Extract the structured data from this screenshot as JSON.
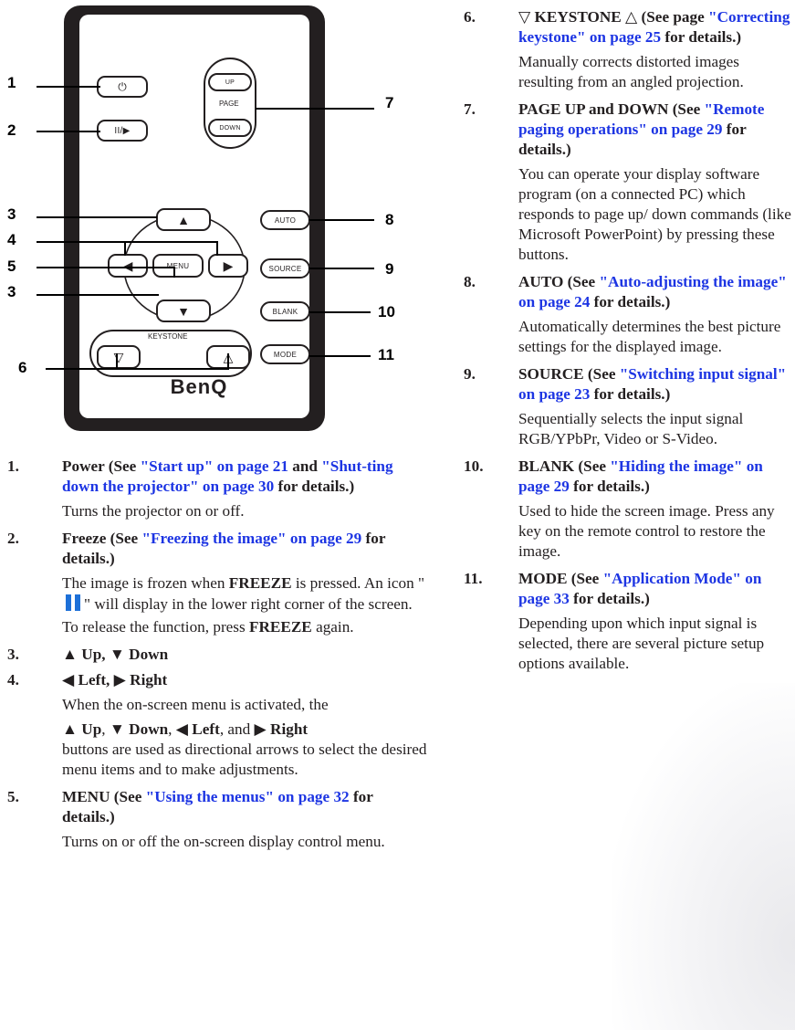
{
  "remote": {
    "brand": "BenQ",
    "page_label": "PAGE",
    "up_label": "UP",
    "down_label": "DOWN",
    "auto_label": "AUTO",
    "menu_label": "MENU",
    "source_label": "SOURCE",
    "blank_label": "BLANK",
    "mode_label": "MODE",
    "keystone_label": "KEYSTONE",
    "freeze_glyph": "II/▶",
    "power_glyph": "⏻",
    "callouts": [
      "1",
      "2",
      "3",
      "4",
      "5",
      "3",
      "6",
      "7",
      "8",
      "9",
      "10",
      "11"
    ]
  },
  "left_items": [
    {
      "num": "1.",
      "prefix": "Power (See ",
      "link1": "\"Start up\" on page 21",
      "mid": " and ",
      "link2": "\"Shut-ting down the projector\" on page 30",
      "suffix": " for details.)",
      "desc": "Turns the projector on or off."
    },
    {
      "num": "2.",
      "prefix": "Freeze (See ",
      "link1": "\"Freezing the image\" on page 29",
      "suffix": " for details.)",
      "desc_a": "The image is frozen when ",
      "desc_b": "FREEZE",
      "desc_c": " is pressed. An icon \"",
      "desc_d": "\" will display in the lower right corner of the screen. To release the function, press ",
      "desc_e": "FREEZE",
      "desc_f": " again."
    },
    {
      "num": "3.",
      "text": "▲ Up, ▼ Down"
    },
    {
      "num": "4.",
      "text": "◀ Left, ▶ Right",
      "desc_a": "When the on-screen menu is activated, the",
      "desc_b": "▲ Up",
      "desc_c": ", ",
      "desc_d": "▼ Down",
      "desc_e": ", ",
      "desc_f": "◀ Left",
      "desc_g": ", and ",
      "desc_h": "▶ Right",
      "desc_i": "buttons are used as directional arrows to select the desired menu items and to make adjustments."
    },
    {
      "num": "5.",
      "prefix": "MENU (See ",
      "link1": "\"Using the menus\" on page 32",
      "suffix": " for details.)",
      "desc": "Turns on or off the on-screen display control menu."
    }
  ],
  "right_items": [
    {
      "num": "6.",
      "prefix": "▽ KEYSTONE △ (See page ",
      "link1": "\"Correcting keystone\" on page 25",
      "suffix": " for details.)",
      "desc": "Manually corrects distorted images resulting from an angled projection."
    },
    {
      "num": "7.",
      "prefix": "PAGE UP and DOWN (See ",
      "link1": "\"Remote paging operations\" on page 29",
      "suffix": " for details.)",
      "desc": "You can operate your display software program (on a connected PC) which responds to page up/ down commands (like Microsoft PowerPoint) by pressing these buttons."
    },
    {
      "num": "8.",
      "prefix": "AUTO (See ",
      "link1": "\"Auto-adjusting the image\" on page 24",
      "suffix": " for details.)",
      "desc": "Automatically determines the best picture settings for the displayed image."
    },
    {
      "num": "9.",
      "prefix": "SOURCE (See ",
      "link1": "\"Switching input signal\" on page 23",
      "suffix": " for details.)",
      "desc": "Sequentially selects the input signal RGB/YPbPr, Video or S-Video."
    },
    {
      "num": "10.",
      "prefix": "BLANK (See ",
      "link1": "\"Hiding the image\" on page 29",
      "suffix": " for details.)",
      "desc": "Used to hide the screen image. Press any key on the remote control to restore the image."
    },
    {
      "num": "11.",
      "prefix": "MODE (See ",
      "link1": "\"Application Mode\" on page 33",
      "suffix": " for details.)",
      "desc": "Depending upon which input signal is selected, there are several picture setup options available."
    }
  ],
  "colors": {
    "link": "#1d35e3",
    "freeze_icon": "#1d70d8"
  }
}
